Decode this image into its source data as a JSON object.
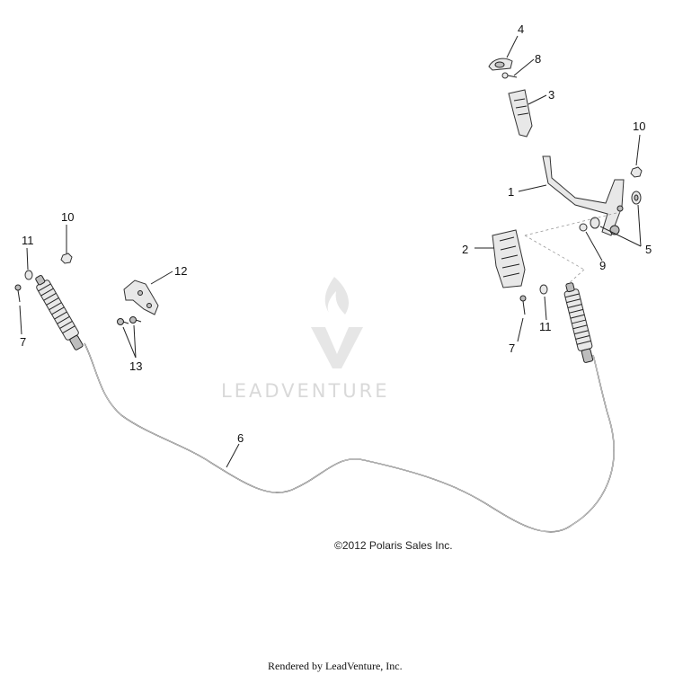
{
  "watermark": {
    "text": "LEADVENTURE"
  },
  "callouts": {
    "c1": "1",
    "c2": "2",
    "c3": "3",
    "c4": "4",
    "c5": "5",
    "c6": "6",
    "c7_left": "7",
    "c7_right": "7",
    "c8": "8",
    "c9": "9",
    "c10_left": "10",
    "c10_right": "10",
    "c11_left": "11",
    "c11_right": "11",
    "c12": "12",
    "c13": "13"
  },
  "copyright": "©2012 Polaris Sales Inc.",
  "footer": "Rendered by LeadVenture, Inc."
}
